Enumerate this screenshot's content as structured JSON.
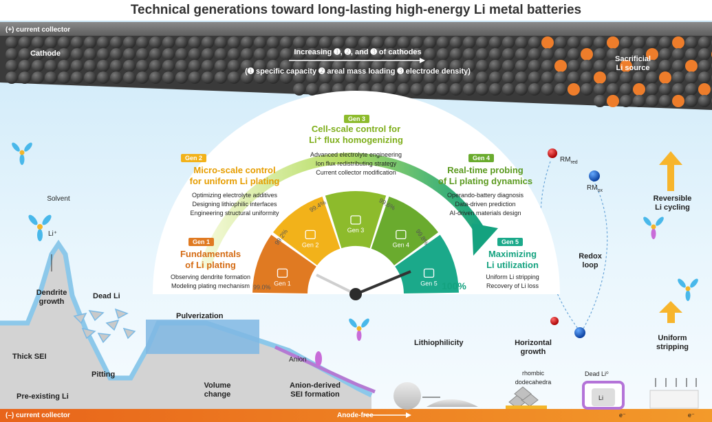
{
  "title": "Technical generations toward long-lasting high-energy Li metal batteries",
  "labels": {
    "pos_collector": "(+) current collector",
    "neg_collector": "(–) current collector",
    "cathode": "Cathode",
    "increasing": "Increasing ➊, ➋, and ➌ of cathodes",
    "increasing_detail": "(➊ specific capacity ➋ areal mass loading ➌ electrode density)",
    "sacrificial": "Sacrificial\nLi source",
    "solvent": "Solvent",
    "li_plus": "Li⁺",
    "dendrite": "Dendrite\ngrowth",
    "dead_li": "Dead Li",
    "thick_sei": "Thick SEI",
    "pitting": "Pitting",
    "pre_existing": "Pre-existing Li",
    "pulverization": "Pulverization",
    "volume_change": "Volume\nchange",
    "anion": "Anion",
    "anion_sei": "Anion-derived\nSEI formation",
    "lithiophilicity": "Lithiophilicity",
    "horizontal": "Horizontal\ngrowth",
    "rhombic": "rhombic\ndodecahedra",
    "dead_li0": "Dead Li⁰",
    "li": "Li",
    "e_minus": "e⁻",
    "rm_red": "RM",
    "rm_red_sub": "red",
    "rm_ox": "RM",
    "rm_ox_sub": "ox",
    "redox_loop": "Redox\nloop",
    "reversible": "Reversible\nLi cycling",
    "uniform_stripping": "Uniform\nstripping",
    "anode_free": "Anode-free"
  },
  "gauge": {
    "pct_99_0": "99.0%",
    "pct_99_2": "99.2%",
    "pct_99_4": "99.4%",
    "pct_99_6": "99.6%",
    "pct_99_8": "99.8%",
    "pct_100": "100%",
    "segments": [
      "Gen 1",
      "Gen 2",
      "Gen 3",
      "Gen 4",
      "Gen 5"
    ]
  },
  "generations": [
    {
      "tag": "Gen 1",
      "color": "#e07a22",
      "head": "Fundamentals\nof Li plating",
      "items": [
        "Observing dendrite formation",
        "Modeling plating mechanism"
      ]
    },
    {
      "tag": "Gen 2",
      "color": "#f2b21a",
      "head": "Micro-scale control\nfor uniform Li plating",
      "items": [
        "Optimizing electrolyte additives",
        "Designing lithiophilic interfaces",
        "Engineering structural uniformity"
      ]
    },
    {
      "tag": "Gen 3",
      "color": "#8dbb2c",
      "head": "Cell-scale control for\nLi⁺ flux homogenizing",
      "items": [
        "Advanced electrolyte engineering",
        "Ion flux redistributing strategy",
        "Current collector modification"
      ]
    },
    {
      "tag": "Gen 4",
      "color": "#6aab2e",
      "head": "Real-time probing\nof Li plating dynamics",
      "items": [
        "Operando-battery diagnosis",
        "Data-driven prediction",
        "AI-driven materials design"
      ]
    },
    {
      "tag": "Gen 5",
      "color": "#1ba98a",
      "head": "Maximizing\nLi utilization",
      "items": [
        "Uniform Li stripping",
        "Recovery of Li loss"
      ]
    }
  ]
}
